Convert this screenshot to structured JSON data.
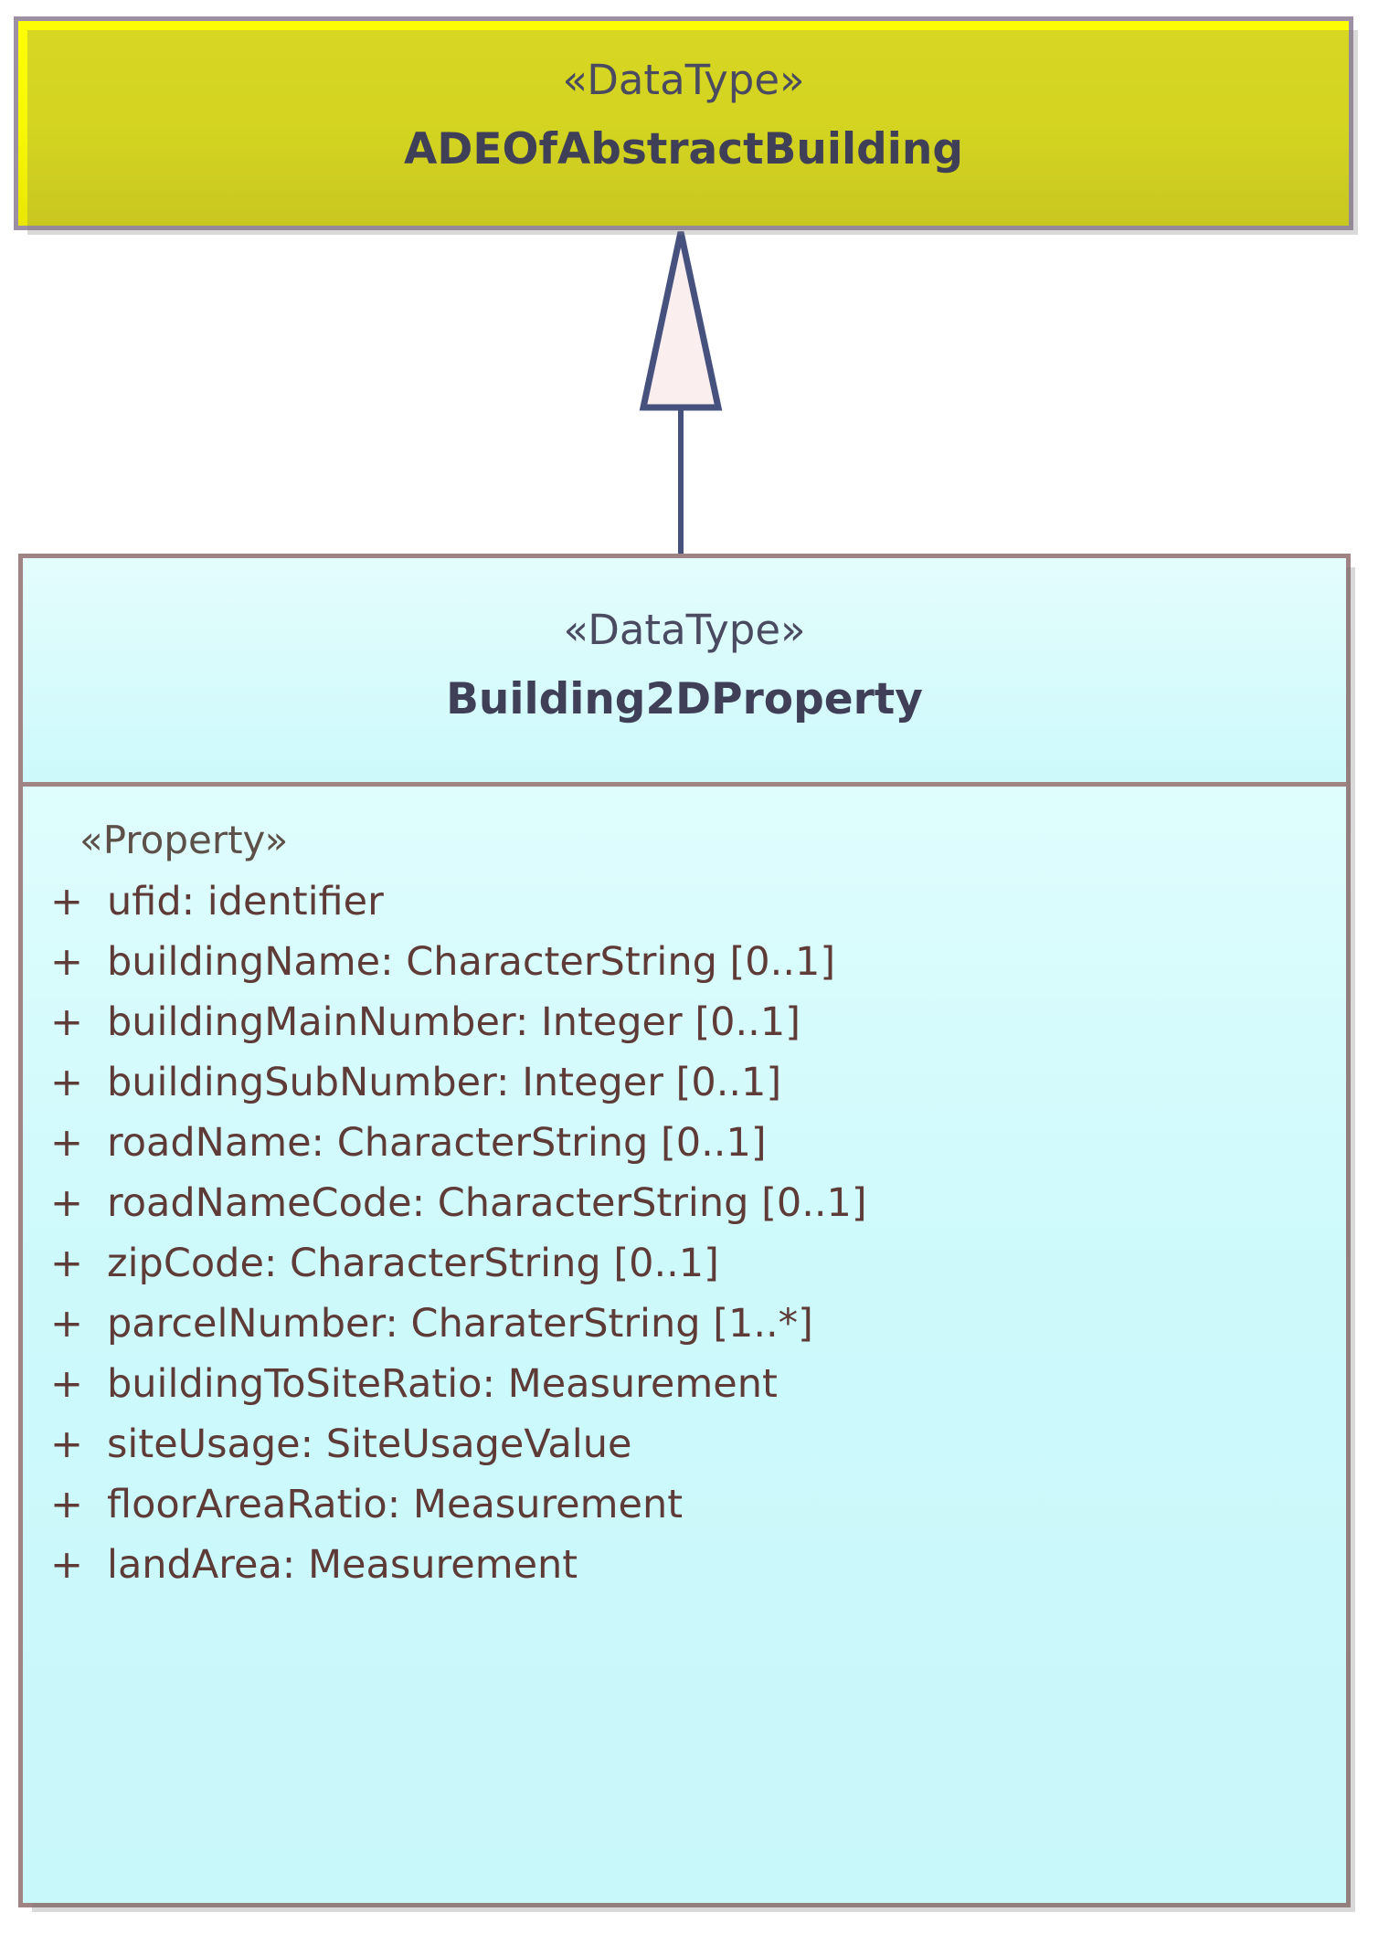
{
  "diagram": {
    "type": "uml-class-diagram",
    "colors": {
      "supertype_fill": "#f7f700",
      "subtype_fill": "#cdf9fb",
      "supertype_border": "#9e90a4",
      "subtype_border": "#a08383",
      "header_text": "#3f3f58",
      "attribute_text": "#5e3b37",
      "connector": "#46517e"
    },
    "relationship": {
      "name": "generalization",
      "from": "Building2DProperty",
      "to": "ADEOfAbstractBuilding",
      "arrow": "hollow-triangle"
    }
  },
  "supertype": {
    "stereotype": "«DataType»",
    "name": "ADEOfAbstractBuilding"
  },
  "subtype": {
    "stereotype": "«DataType»",
    "name": "Building2DProperty",
    "attributes_stereotype": "«Property»",
    "attributes": [
      {
        "visibility": "+",
        "text": "ufid: identifier"
      },
      {
        "visibility": "+",
        "text": "buildingName: CharacterString [0..1]"
      },
      {
        "visibility": "+",
        "text": "buildingMainNumber: Integer [0..1]"
      },
      {
        "visibility": "+",
        "text": "buildingSubNumber: Integer [0..1]"
      },
      {
        "visibility": "+",
        "text": "roadName: CharacterString [0..1]"
      },
      {
        "visibility": "+",
        "text": "roadNameCode: CharacterString [0..1]"
      },
      {
        "visibility": "+",
        "text": "zipCode: CharacterString [0..1]"
      },
      {
        "visibility": "+",
        "text": "parcelNumber: CharaterString [1..*]"
      },
      {
        "visibility": "+",
        "text": "buildingToSiteRatio: Measurement"
      },
      {
        "visibility": "+",
        "text": "siteUsage: SiteUsageValue"
      },
      {
        "visibility": "+",
        "text": "floorAreaRatio: Measurement"
      },
      {
        "visibility": "+",
        "text": "landArea: Measurement"
      }
    ]
  }
}
